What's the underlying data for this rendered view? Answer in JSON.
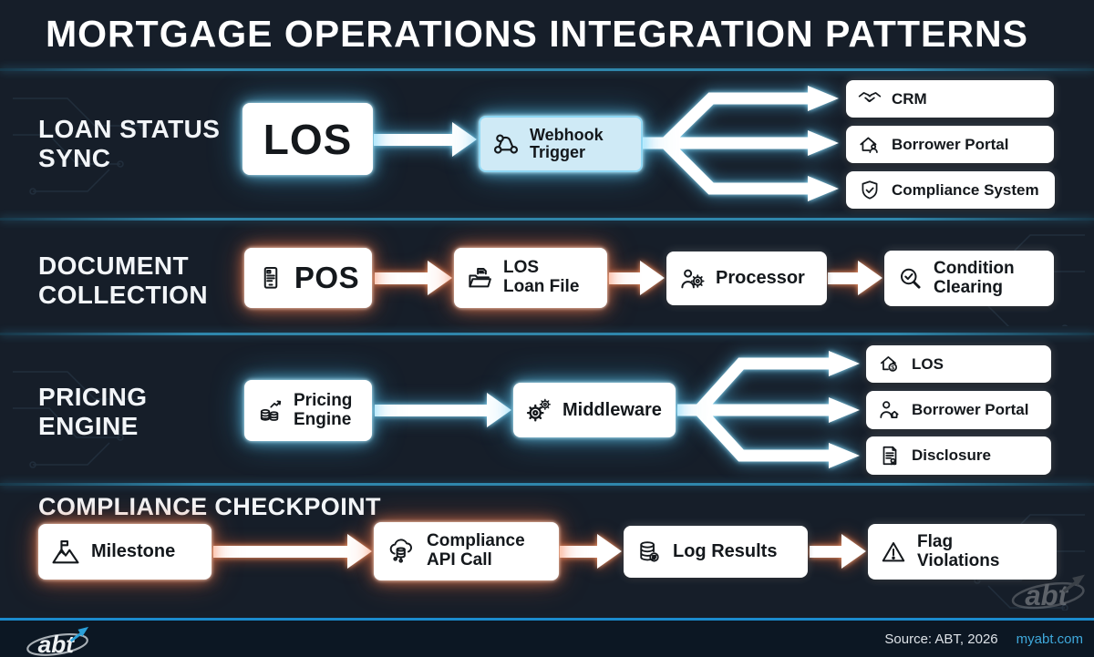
{
  "header": {
    "title": "MORTGAGE OPERATIONS INTEGRATION PATTERNS"
  },
  "rows": {
    "loan_status_sync": {
      "label_line1": "LOAN STATUS",
      "label_line2": "SYNC",
      "source": "LOS",
      "hub_line1": "Webhook",
      "hub_line2": "Trigger",
      "targets": [
        {
          "label": "CRM",
          "icon": "handshake-icon"
        },
        {
          "label": "Borrower Portal",
          "icon": "house-user-icon"
        },
        {
          "label": "Compliance System",
          "icon": "shield-check-icon"
        }
      ]
    },
    "document_collection": {
      "label_line1": "DOCUMENT",
      "label_line2": "COLLECTION",
      "steps": [
        {
          "label": "POS",
          "icon": "tablet-icon"
        },
        {
          "line1": "LOS",
          "line2": "Loan File",
          "icon": "folder-file-icon"
        },
        {
          "label": "Processor",
          "icon": "user-gear-icon"
        },
        {
          "line1": "Condition",
          "line2": "Clearing",
          "icon": "magnifier-check-icon"
        }
      ]
    },
    "pricing_engine": {
      "label_line1": "PRICING",
      "label_line2": "ENGINE",
      "source_line1": "Pricing",
      "source_line2": "Engine",
      "hub": "Middleware",
      "targets": [
        {
          "label": "LOS",
          "icon": "house-dollar-icon"
        },
        {
          "label": "Borrower Portal",
          "icon": "user-house-icon"
        },
        {
          "label": "Disclosure",
          "icon": "document-seal-icon"
        }
      ]
    },
    "compliance_checkpoint": {
      "label": "COMPLIANCE CHECKPOINT",
      "steps": [
        {
          "label": "Milestone",
          "icon": "mountain-flag-icon"
        },
        {
          "line1": "Compliance",
          "line2": "API Call",
          "icon": "cloud-database-icon"
        },
        {
          "label": "Log Results",
          "icon": "database-icon"
        },
        {
          "line1": "Flag",
          "line2": "Violations",
          "icon": "warning-icon"
        }
      ]
    }
  },
  "footer": {
    "logo_text": "abt",
    "source": "Source: ABT, 2026",
    "link": "myabt.com"
  },
  "colors": {
    "background": "#161e29",
    "cyan_glow": "#7fdcff",
    "orange_glow": "#ff8a5c",
    "hub_fill": "#cfeaf6",
    "divider": "#2f87ac",
    "footer_bar": "#0c1723",
    "footer_border": "#1b8bcd",
    "link": "#3fa9dc"
  }
}
